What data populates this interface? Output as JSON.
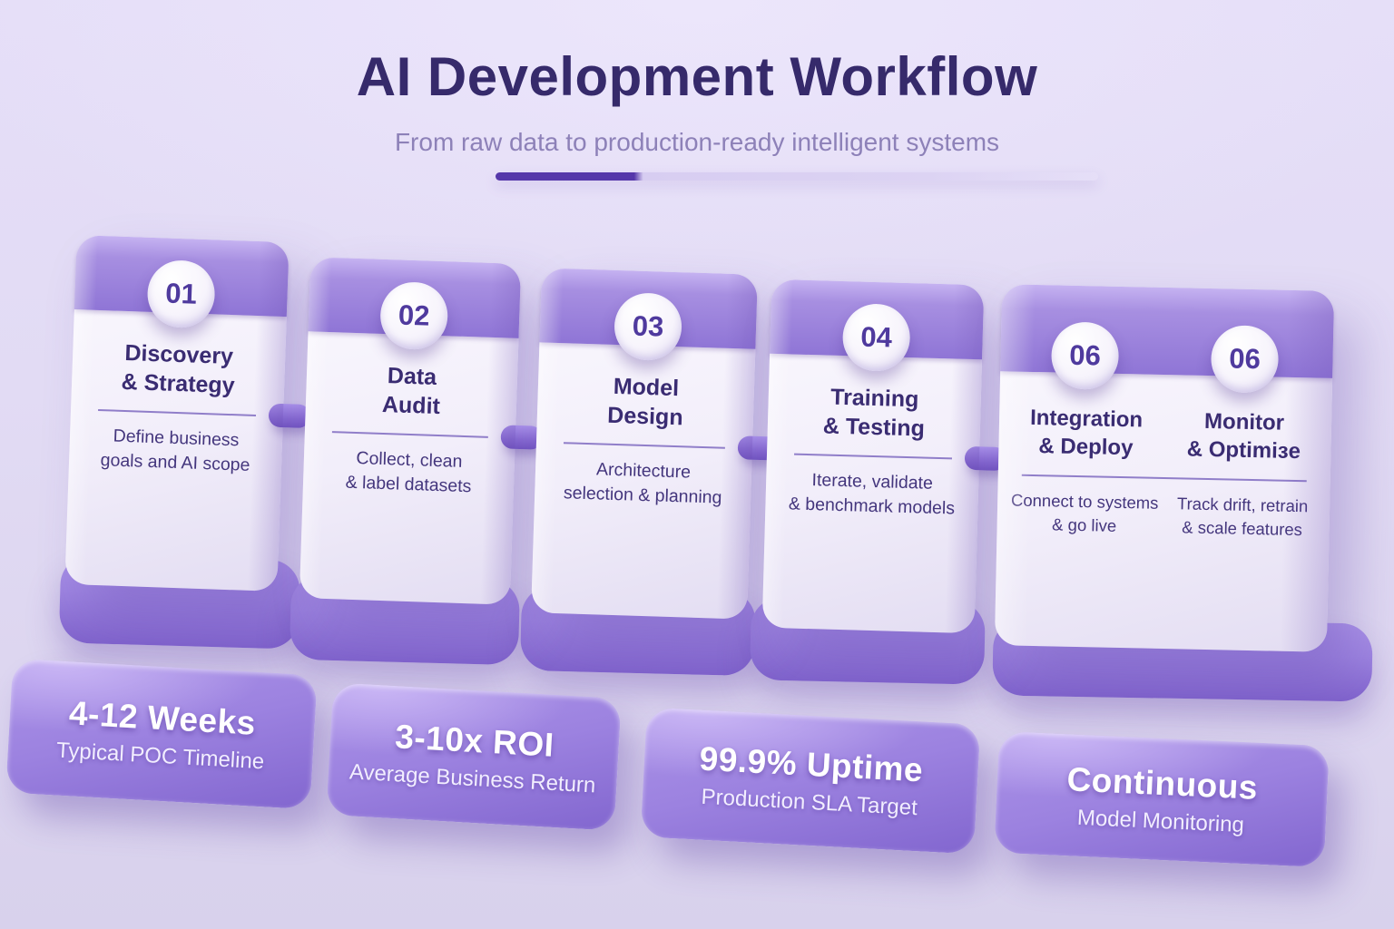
{
  "header": {
    "title": "AI Development Workflow",
    "subtitle": "From raw data to production-ready intelligent systems"
  },
  "steps": [
    {
      "number": "01",
      "title_lines": [
        "Discovery",
        "& Strategy"
      ],
      "desc_lines": [
        "Define business",
        "goals and AI scope"
      ]
    },
    {
      "number": "02",
      "title_lines": [
        "Data",
        "Audit"
      ],
      "desc_lines": [
        "Collect, clean",
        "& label datasets"
      ]
    },
    {
      "number": "03",
      "title_lines": [
        "Model",
        "Design"
      ],
      "desc_lines": [
        "Architecture",
        "selection & planning"
      ]
    },
    {
      "number": "04",
      "title_lines": [
        "Training",
        "& Testing"
      ],
      "desc_lines": [
        "Iterate, validate",
        "& benchmark models"
      ]
    },
    {
      "number": "06",
      "title_lines": [
        "Integration",
        "& Deploy"
      ],
      "desc_lines": [
        "Connect to systems",
        "& go live"
      ]
    },
    {
      "number": "06",
      "title_lines": [
        "Monitor",
        "& Optimiзe"
      ],
      "desc_lines": [
        "Track drift, retrain",
        "& scale features"
      ]
    }
  ],
  "stats": [
    {
      "value": "4-12 Weeks",
      "label": "Typical POC Timeline"
    },
    {
      "value": "3-10x ROI",
      "label": "Average Business Return"
    },
    {
      "value": "99.9% Uptime",
      "label": "Production SLA Target"
    },
    {
      "value": "Continuous",
      "label": "Model Monitoring"
    }
  ],
  "colors": {
    "background": "#e2dbf4",
    "title_text": "#362a6b",
    "subtitle_text": "#8d81b8",
    "accent_dark": "#5537aa",
    "accent_light": "#d7cdf1",
    "card_band": "#8f75d6",
    "card_body": "#f2eefa",
    "card_title_text": "#3a2c72",
    "card_desc_text": "#44367d",
    "badge_number": "#4f3a9e",
    "pedestal": "#9d84e0",
    "pill": "#9c82e0",
    "pill_text": "#ffffff"
  }
}
